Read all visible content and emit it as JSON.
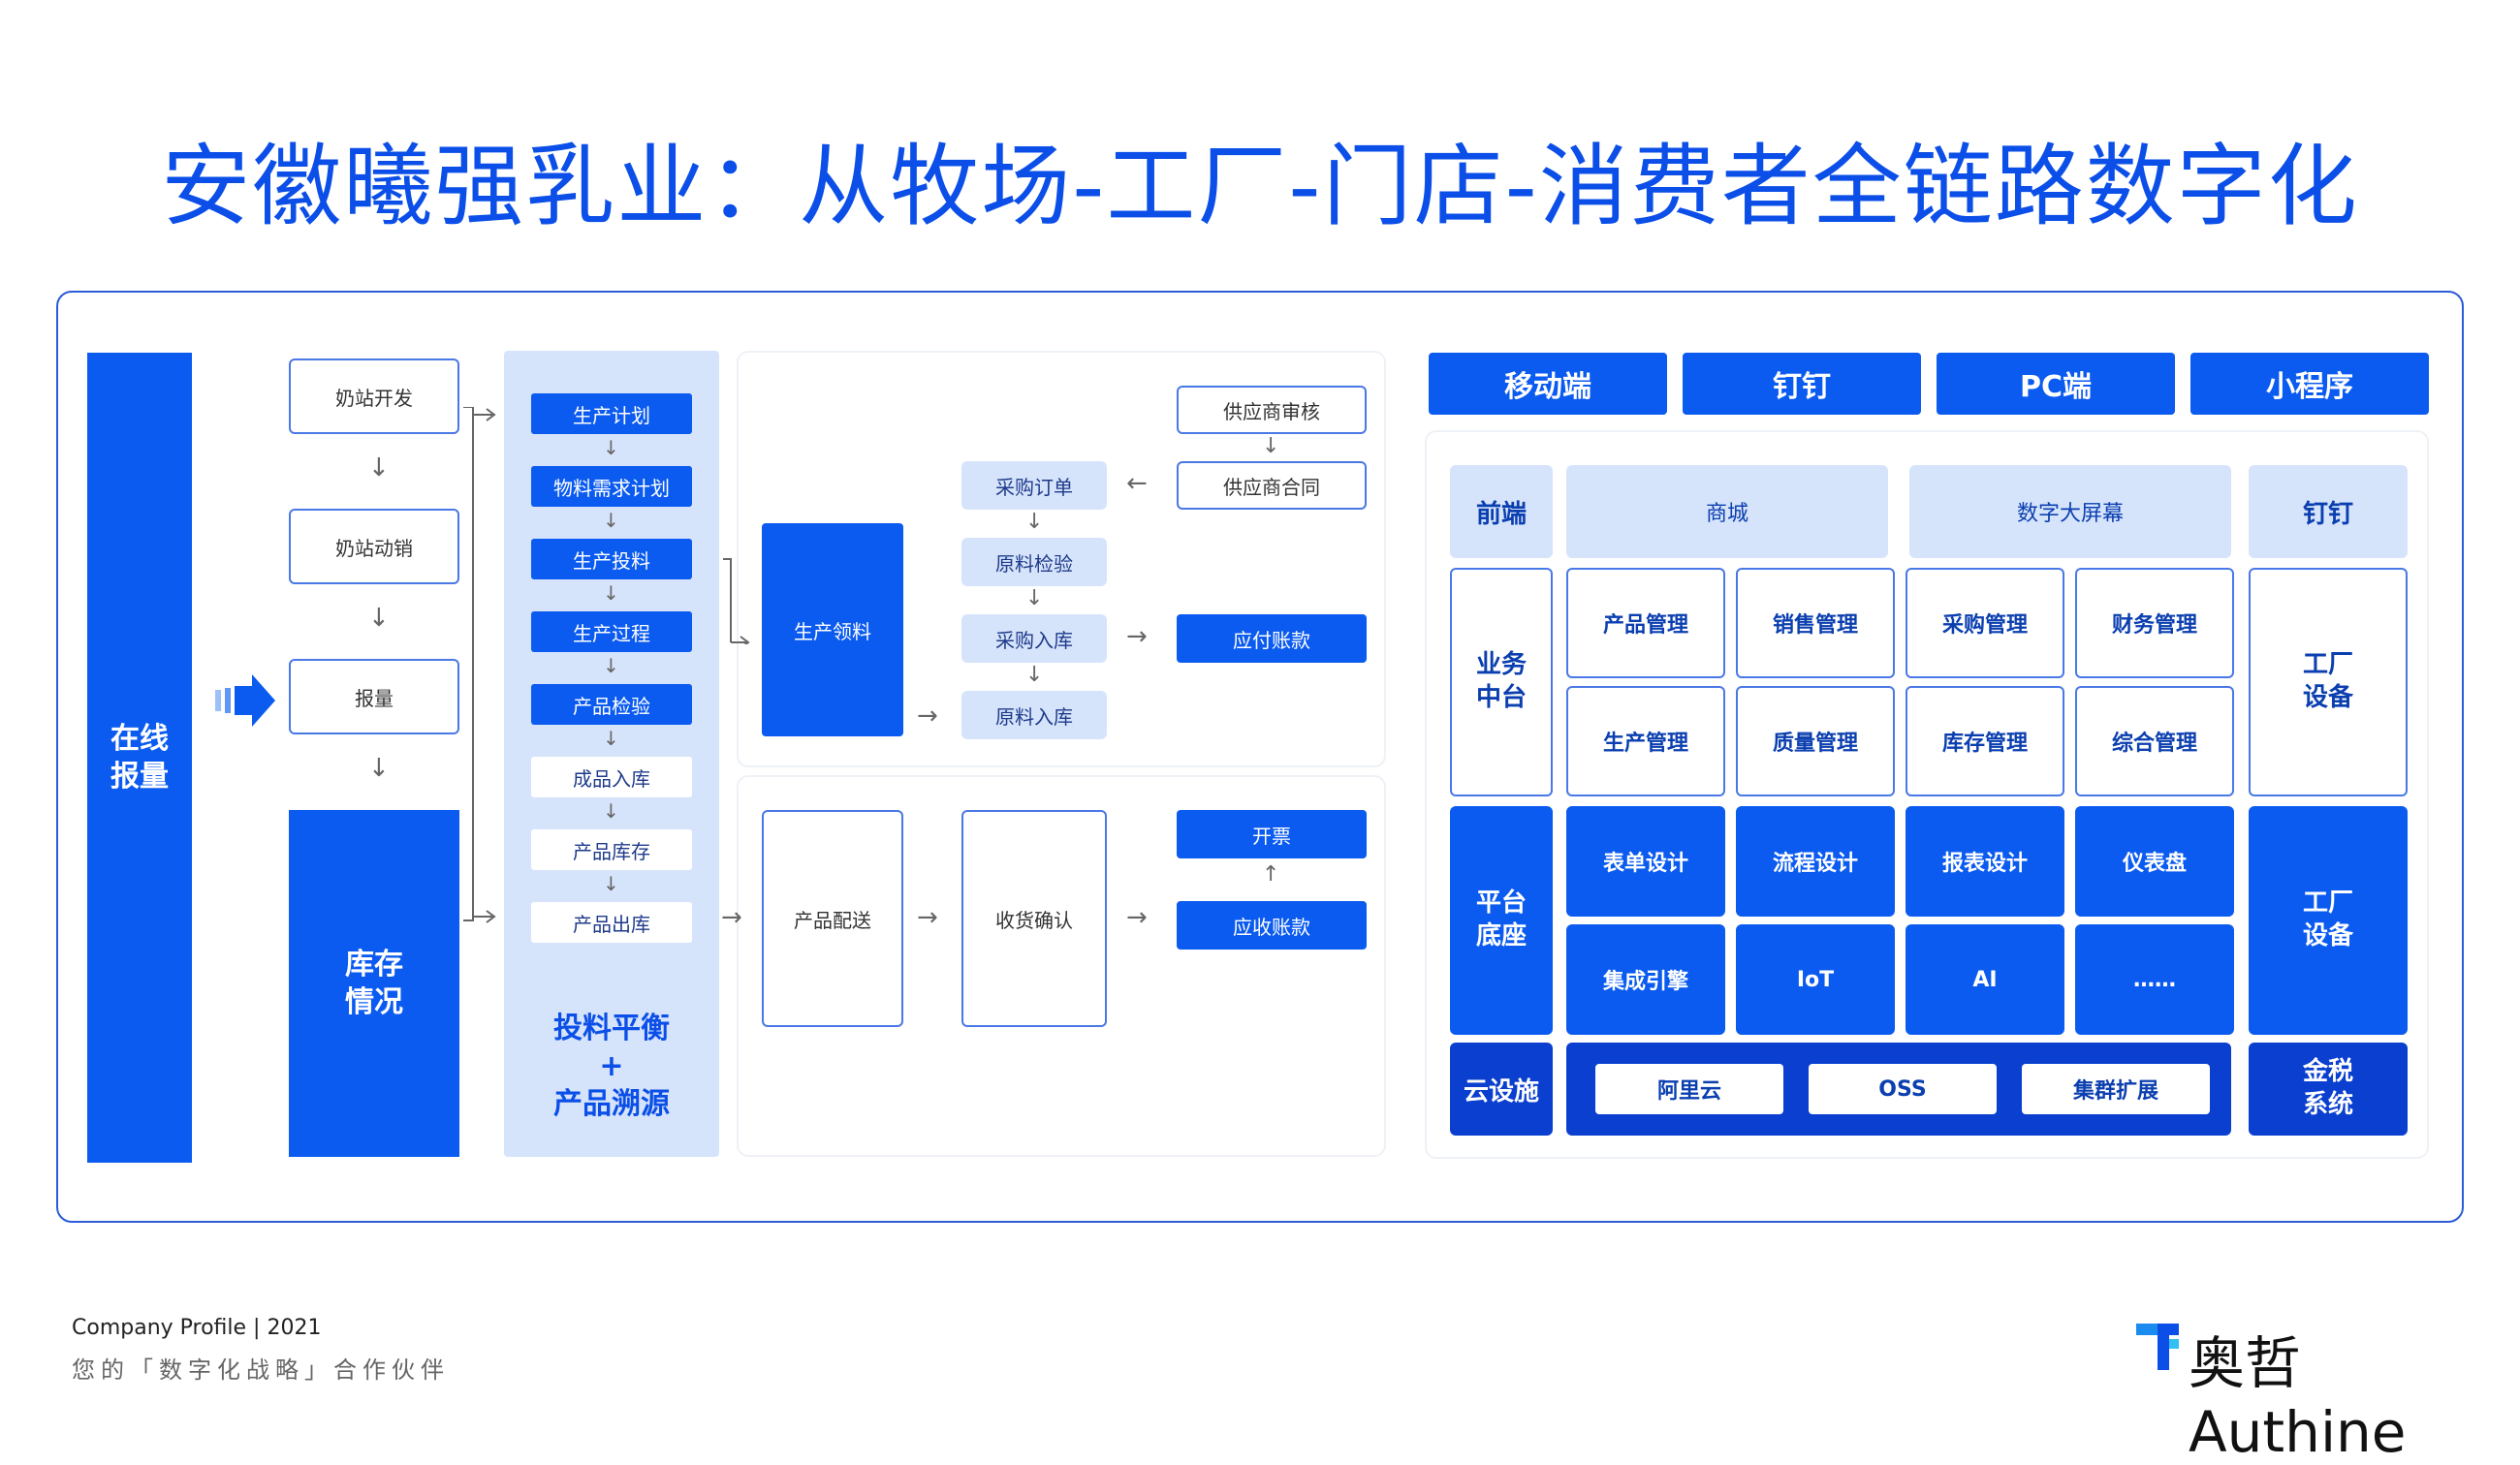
{
  "title": "安徽曦强乳业：从牧场-工厂-门店-消费者全链路数字化",
  "left": {
    "online": "在线\n报量",
    "col1": [
      "奶站开发",
      "奶站动销",
      "报量"
    ],
    "inventory": "库存\n情况",
    "process": [
      "生产计划",
      "物料需求计划",
      "生产投料",
      "生产过程",
      "产品检验",
      "成品入库",
      "产品库存",
      "产品出库"
    ],
    "process_footer": "投料平衡\n+\n产品溯源",
    "collect": "生产领料",
    "purchase": [
      "采购订单",
      "原料检验",
      "采购入库",
      "原料入库"
    ],
    "supplier": [
      "供应商审核",
      "供应商合同"
    ],
    "payable": "应付账款",
    "delivery": [
      "产品配送",
      "收货确认"
    ],
    "invoice": "开票",
    "receivable": "应收账款"
  },
  "right": {
    "tops": [
      "移动端",
      "钉钉",
      "PC端",
      "小程序"
    ],
    "front_label": "前端",
    "front_items": [
      "商城",
      "数字大屏幕"
    ],
    "front_side": "钉钉",
    "biz_label": "业务\n中台",
    "biz_items": [
      "产品管理",
      "销售管理",
      "采购管理",
      "财务管理",
      "生产管理",
      "质量管理",
      "库存管理",
      "综合管理"
    ],
    "factory": "工厂\n设备",
    "plat_label": "平台\n底座",
    "plat_items": [
      "表单设计",
      "流程设计",
      "报表设计",
      "仪表盘",
      "集成引擎",
      "IoT",
      "AI",
      "……"
    ],
    "factory2": "工厂\n设备",
    "cloud_label": "云设施",
    "cloud_items": [
      "阿里云",
      "OSS",
      "集群扩展"
    ],
    "tax": "金税\n系统"
  },
  "footer": {
    "line1": "Company Profile | 2021",
    "line2": "您的「数字化战略」合作伙伴",
    "brand": "奥哲 Authine"
  }
}
